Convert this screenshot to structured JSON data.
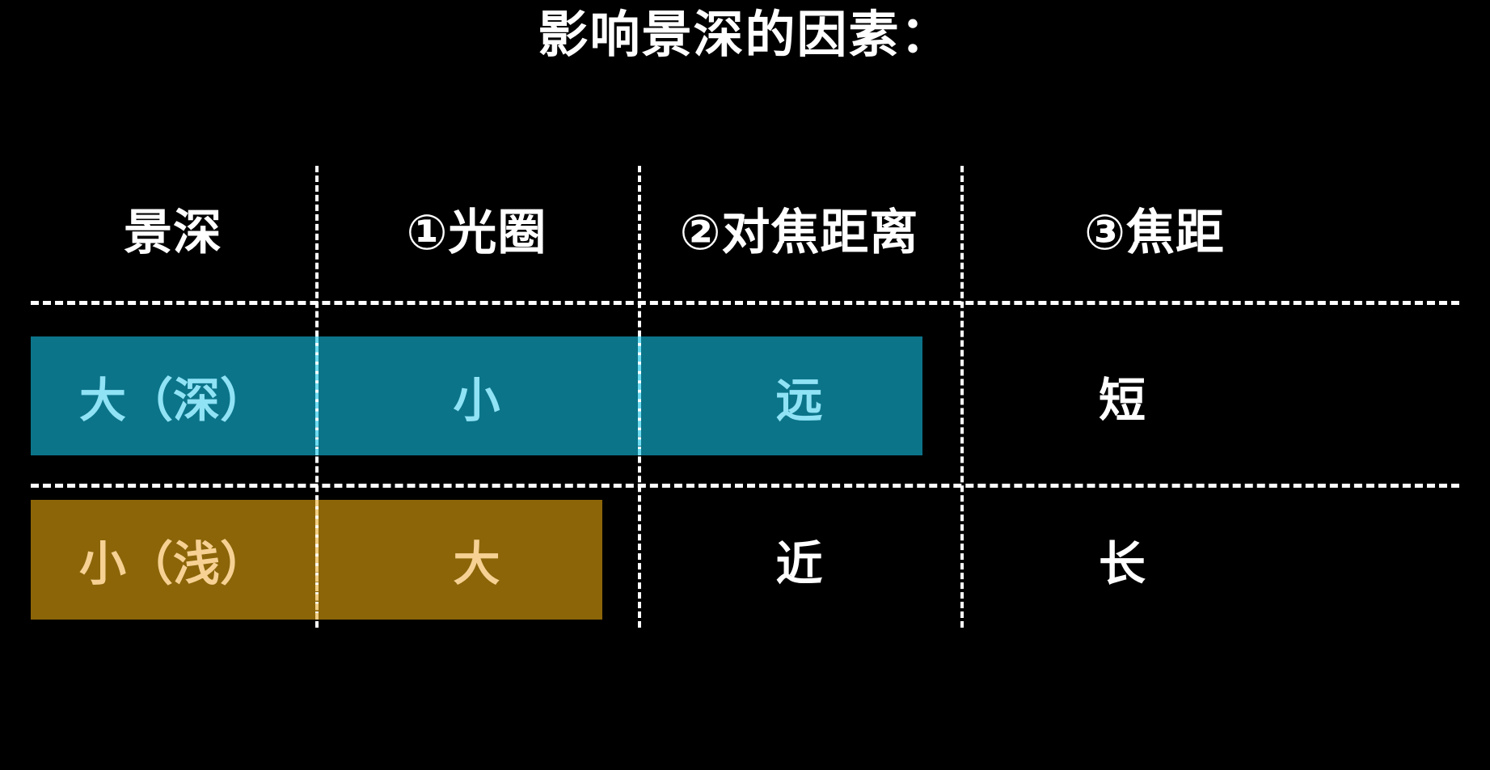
{
  "title": "影响景深的因素：",
  "palette": {
    "background": "#000000",
    "teal_band": "#0b7489",
    "gold_band": "#8b6508",
    "teal_text": "#90e2f5",
    "gold_text": "#f6d193",
    "white_text": "#ffffff",
    "rule": "#ffffff"
  },
  "table": {
    "headers": [
      "景深",
      "①光圈",
      "②对焦距离",
      "③焦距"
    ],
    "rows": [
      {
        "highlight": "teal",
        "cells": [
          {
            "text": "大（深）",
            "style": "on-teal"
          },
          {
            "text": "小",
            "style": "on-teal"
          },
          {
            "text": "远",
            "style": "on-teal"
          },
          {
            "text": "短",
            "style": "white"
          }
        ]
      },
      {
        "highlight": "gold",
        "cells": [
          {
            "text": "小（浅）",
            "style": "on-gold"
          },
          {
            "text": "大",
            "style": "on-gold"
          },
          {
            "text": "近",
            "style": "white"
          },
          {
            "text": "长",
            "style": "white"
          }
        ]
      }
    ]
  }
}
